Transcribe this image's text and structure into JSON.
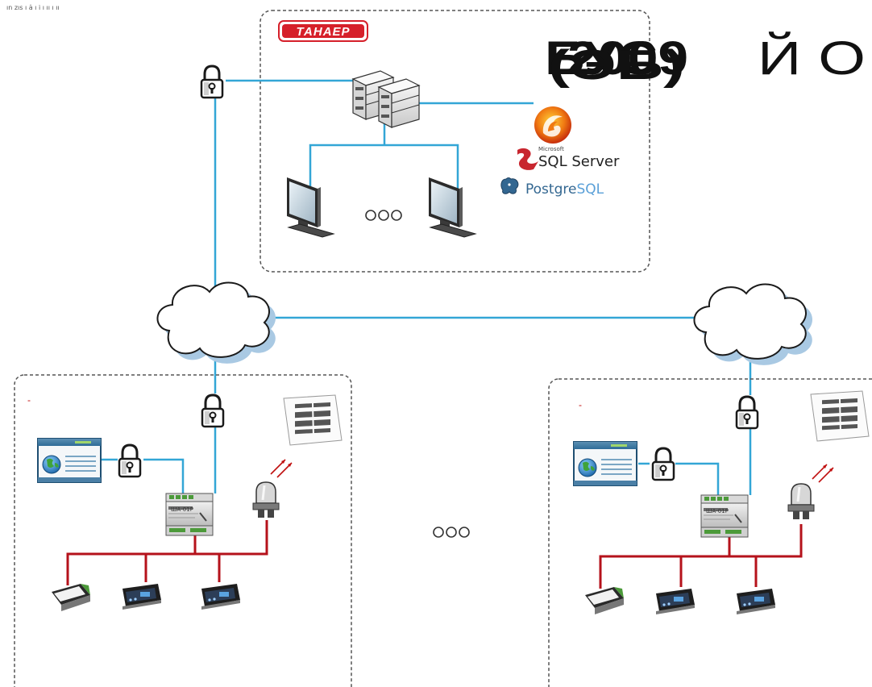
{
  "brand": {
    "logo_text": "ТАНАЕР",
    "color": "#d6202a"
  },
  "header": {
    "top_left_caption": "ın zıs ı a̍ ı ı̇ ı ıı ı ıı",
    "overlapping_title_layers": [
      "БУС",
      "2009",
      "(ЭБ)",
      "Й О"
    ]
  },
  "databases": {
    "firebird_icon": "firebird-icon",
    "sql_server_prefix": "Microsoft",
    "sql_server_label": "SQL Server",
    "postgres_label_a": "Postgre",
    "postgres_label_b": "SQL",
    "postgres_color": "#336791",
    "postgres_accent": "#5aa0d8"
  },
  "controller": {
    "label": "ША-01Р"
  },
  "sites": [
    {
      "marker": "-",
      "ellipsis": "○○○"
    },
    {
      "marker": "-"
    }
  ],
  "between_sites_ellipsis": "○○○",
  "colors": {
    "network_line": "#33a6d6",
    "field_bus": "#b5121b",
    "cloud_shadow": "#a9c9e3",
    "frame_border": "#555555"
  },
  "icons": [
    "lock-icon",
    "server-icon",
    "monitor-icon",
    "cloud-icon",
    "browser-icon",
    "globe-icon",
    "controller-icon",
    "display-panel-icon",
    "sensor-icon",
    "thermostat-icon"
  ]
}
